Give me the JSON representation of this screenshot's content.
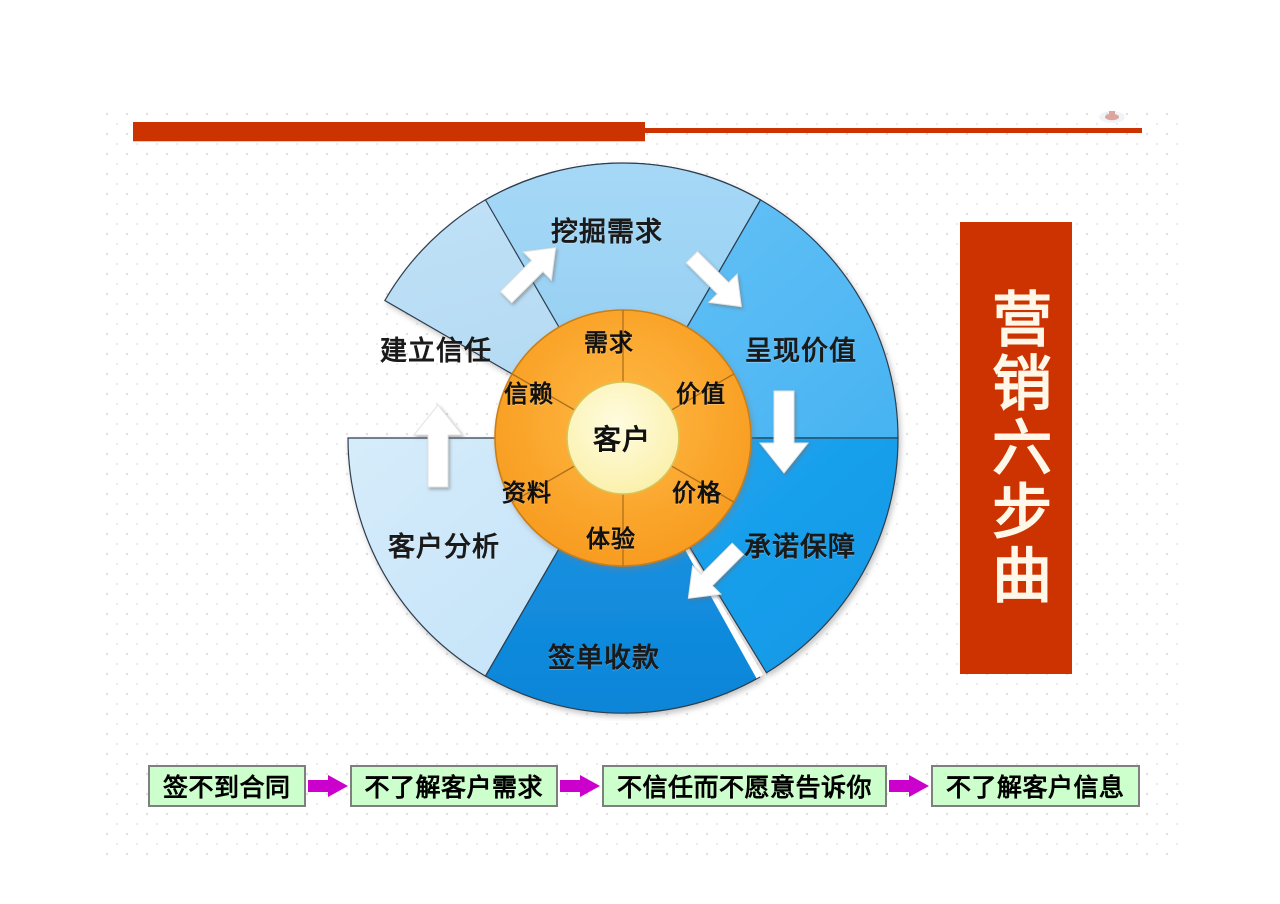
{
  "slide": {
    "title_banner": "营销六步曲",
    "banner_color": "#CC3300",
    "header_rule_color": "#CC3300",
    "background_color": "#FFFFFF"
  },
  "wheel": {
    "center": {
      "label": "客户",
      "fill": "#FFF6B0"
    },
    "inner_ring": {
      "fill": "#FFA726",
      "segments": [
        {
          "label": "需求",
          "position": "top"
        },
        {
          "label": "价值",
          "position": "upper-right"
        },
        {
          "label": "价格",
          "position": "lower-right"
        },
        {
          "label": "体验",
          "position": "bottom"
        },
        {
          "label": "资料",
          "position": "lower-left"
        },
        {
          "label": "信赖",
          "position": "upper-left"
        }
      ]
    },
    "outer_ring": {
      "segments": [
        {
          "label": "挖掘需求",
          "fill": "#9FD4F3",
          "position": "top"
        },
        {
          "label": "呈现价值",
          "fill": "#59BDF4",
          "position": "upper-right"
        },
        {
          "label": "承诺保障",
          "fill": "#14A0EE",
          "position": "lower-right"
        },
        {
          "label": "签单收款",
          "fill": "#108CE0",
          "position": "bottom"
        },
        {
          "label": "客户分析",
          "fill": "#CFE8F8",
          "position": "lower-left"
        },
        {
          "label": "建立信任",
          "fill": "#BFE0F6",
          "position": "upper-left"
        }
      ]
    },
    "arrows": [
      {
        "name": "arrow-build-trust-to-dig-need",
        "direction": "up-right"
      },
      {
        "name": "arrow-dig-need-to-present-value",
        "direction": "down-right"
      },
      {
        "name": "arrow-present-value-to-commit",
        "direction": "down"
      },
      {
        "name": "arrow-commit-to-sign",
        "direction": "down-left"
      },
      {
        "name": "arrow-analysis-to-build-trust",
        "direction": "up"
      }
    ]
  },
  "flow": {
    "box_fill": "#CCFFCC",
    "box_border": "#7F7F7F",
    "arrow_color": "#CC00CC",
    "steps": [
      {
        "label": "签不到合同"
      },
      {
        "label": "不了解客户需求"
      },
      {
        "label": "不信任而不愿意告诉你"
      },
      {
        "label": "不了解客户信息"
      }
    ]
  }
}
